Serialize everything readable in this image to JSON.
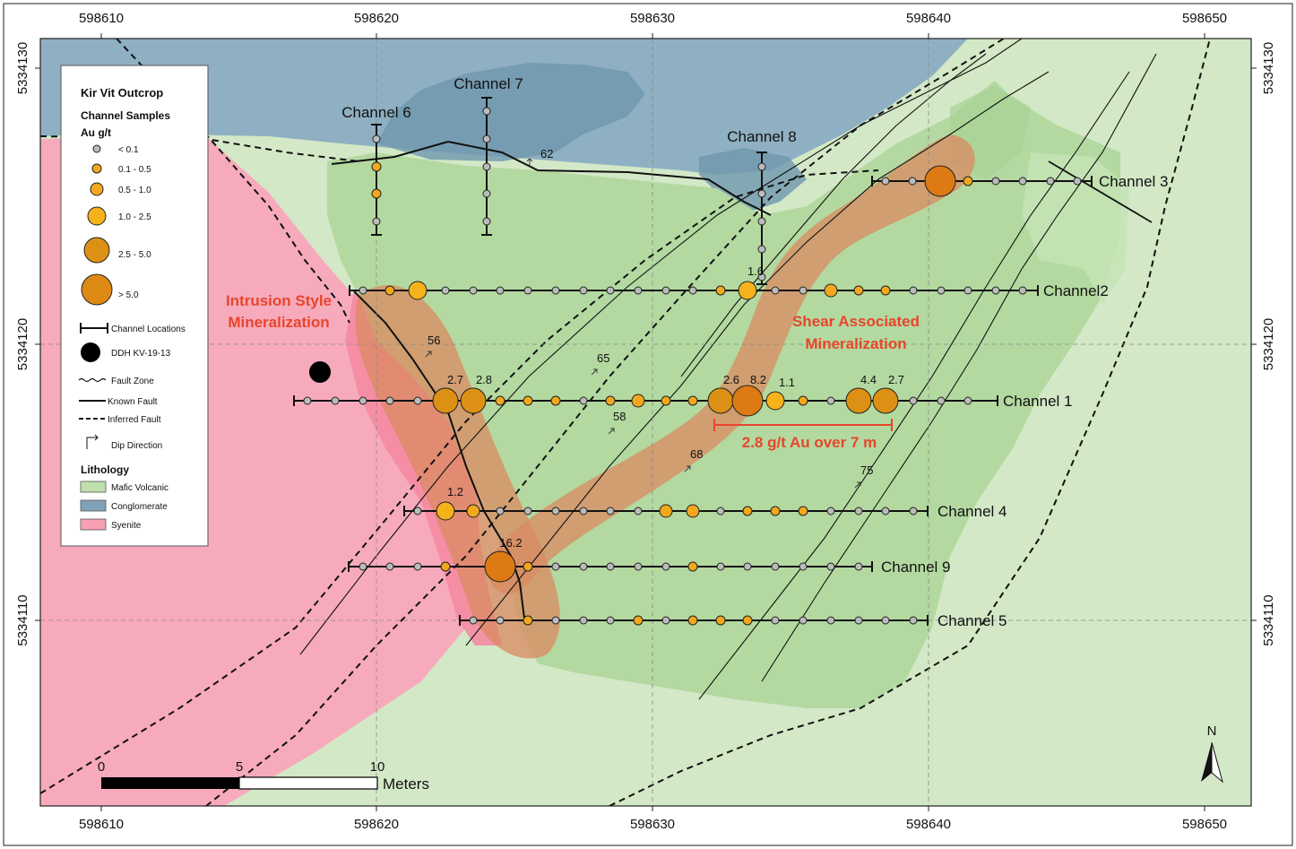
{
  "map": {
    "title": "Kir Vit Outcrop",
    "x_ticks": [
      "598610",
      "598620",
      "598630",
      "598640",
      "598650"
    ],
    "y_ticks": [
      "5334130",
      "5334120",
      "5334110"
    ],
    "zone_labels": {
      "intrusion_line1": "Intrusion Style",
      "intrusion_line2": "Mineralization",
      "shear_line1": "Shear Associated",
      "shear_line2": "Mineralization"
    },
    "highlight": "2.8 g/t Au over 7 m",
    "north": "N",
    "scale": {
      "labels": [
        "0",
        "5",
        "10"
      ],
      "unit": "Meters"
    },
    "channels": [
      {
        "label": "Channel 3"
      },
      {
        "label": "Channel2"
      },
      {
        "label": "Channel 1"
      },
      {
        "label": "Channel 4"
      },
      {
        "label": "Channel 9"
      },
      {
        "label": "Channel 5"
      },
      {
        "label": "Channel 6"
      },
      {
        "label": "Channel 7"
      },
      {
        "label": "Channel 8"
      }
    ],
    "assay_labels": [
      "2.7",
      "2.8",
      "2.6",
      "8.2",
      "1.1",
      "4.4",
      "2.7",
      "1.2",
      "16.2",
      "1.6"
    ],
    "dip_values": [
      "62",
      "56",
      "65",
      "58",
      "68",
      "75"
    ],
    "colors": {
      "mafic_volcanic": "#bfe0ad",
      "conglomerate": "#7fa2b8",
      "syenite": "#f7a1b3",
      "mineralized_zone": "#d98a62",
      "sample_fill": "#f2a81d",
      "sample_high": "#dd7a14",
      "highlight_red": "#e8452c"
    }
  },
  "legend": {
    "title": "Kir Vit Outcrop",
    "samples_heading": "Channel Samples",
    "unit": "Au g/t",
    "classes": [
      "< 0.1",
      "0.1 - 0.5",
      "0.5 - 1.0",
      "1.0 - 2.5",
      "2.5 - 5.0",
      "> 5.0"
    ],
    "symbols": [
      "Channel Locations",
      "DDH KV-19-13",
      "Fault Zone",
      "Known Fault",
      "Inferred Fault",
      "Dip Direction"
    ],
    "lithology_heading": "Lithology",
    "lithology": [
      "Mafic Volcanic",
      "Conglomerate",
      "Syenite"
    ]
  }
}
